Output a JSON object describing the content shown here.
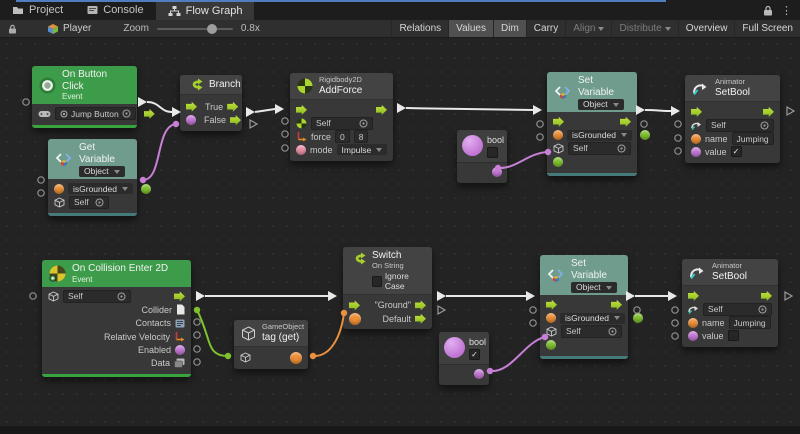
{
  "colors": {
    "exec_wire": "#e9e9e9",
    "bool_wire": "#c87fd6",
    "string_wire": "#e8923d",
    "object_wire": "#7fc22e",
    "accent_blue": "#4f7dbf",
    "event_green": "#3d9c49",
    "variable_teal": "#6f9c8d"
  },
  "tabs": {
    "project": "Project",
    "console": "Console",
    "flow_graph": "Flow Graph"
  },
  "toolbar": {
    "target": "Player",
    "zoom_label": "Zoom",
    "zoom_value": "0.8x",
    "buttons": {
      "relations": "Relations",
      "values": "Values",
      "dim": "Dim",
      "carry": "Carry",
      "align": "Align",
      "distribute": "Distribute",
      "overview": "Overview",
      "full_screen": "Full Screen"
    }
  },
  "nodes": {
    "on_button_click": {
      "title": "On Button Click",
      "subtitle": "Event",
      "button": "Jump Button"
    },
    "get_variable": {
      "title": "Get Variable",
      "scope": "Object",
      "name": "isGrounded",
      "target": "Self"
    },
    "branch": {
      "title": "Branch",
      "true": "True",
      "false": "False"
    },
    "add_force": {
      "category": "Rigidbody2D",
      "title": "AddForce",
      "target": "Self",
      "force_label": "force",
      "force_x": "0",
      "force_y": "8",
      "mode_label": "mode",
      "mode": "Impulse"
    },
    "bool_top": {
      "label": "bool",
      "checked": false
    },
    "set_variable_top": {
      "title": "Set Variable",
      "scope": "Object",
      "name": "isGrounded",
      "target": "Self"
    },
    "set_bool_top": {
      "category": "Animator",
      "title": "SetBool",
      "target": "Self",
      "name_label": "name",
      "name": "Jumping",
      "value_label": "value",
      "checked": true
    },
    "on_collision": {
      "title": "On Collision Enter 2D",
      "subtitle": "Event",
      "target": "Self",
      "outputs": [
        "Collider",
        "Contacts",
        "Relative Velocity",
        "Enabled",
        "Data"
      ]
    },
    "tag_get": {
      "category": "GameObject",
      "title": "tag (get)"
    },
    "switch": {
      "title": "Switch",
      "subtitle": "On String",
      "option": "Ignore Case",
      "case1": "\"Ground\"",
      "case2": "Default"
    },
    "bool_bottom": {
      "label": "bool",
      "checked": true
    },
    "set_variable_bottom": {
      "title": "Set Variable",
      "scope": "Object",
      "name": "isGrounded",
      "target": "Self"
    },
    "set_bool_bottom": {
      "category": "Animator",
      "title": "SetBool",
      "target": "Self",
      "name_label": "name",
      "name": "Jumping",
      "value_label": "value",
      "checked": false
    }
  }
}
